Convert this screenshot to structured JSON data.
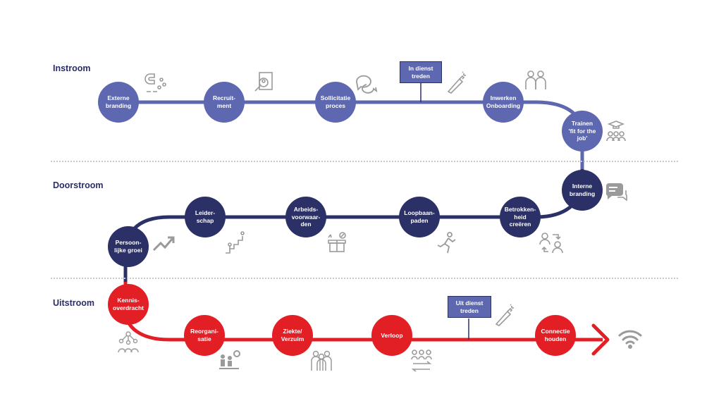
{
  "sections": {
    "instroom": "Instroom",
    "doorstroom": "Doorstroom",
    "uitstroom": "Uitstroom"
  },
  "colors": {
    "instroom": "#5e68b0",
    "doorstroom": "#2b3066",
    "uitstroom": "#e31f26",
    "label": "#2a2e66",
    "icon": "#9a9a9a"
  },
  "instroom_nodes": [
    "Externe\nbranding",
    "Recruit-\nment",
    "Sollicitatie\nproces",
    "Inwerken\nOnboarding",
    "Trainen\n'fit for the\njob'"
  ],
  "doorstroom_nodes": [
    "Interne\nbranding",
    "Betrokken-\nheid\ncreëren",
    "Loopbaan-\npaden",
    "Arbeids-\nvoorwaar-\nden",
    "Leider-\nschap",
    "Persoon-\nlijke groei"
  ],
  "uitstroom_nodes": [
    "Kennis-\noverdracht",
    "Reorgani-\nsatie",
    "Ziekte/\nVerzuim",
    "Verloop",
    "Connectie\nhouden"
  ],
  "milestones": {
    "in_dienst": "In dienst\ntreden",
    "uit_dienst": "Uit dienst\ntreden"
  },
  "icons": [
    "magnet-icon",
    "recruitment-search-icon",
    "chat-bubbles-icon",
    "champagne-icon",
    "team-onboarding-icon",
    "training-group-icon",
    "speech-bubble-icon",
    "user-exchange-icon",
    "running-person-icon",
    "benefits-gift-icon",
    "leader-climb-icon",
    "growth-arrow-icon",
    "knowledge-network-icon",
    "reorganisation-icon",
    "sick-people-icon",
    "turnover-icon",
    "champagne-icon",
    "wifi-icon"
  ]
}
